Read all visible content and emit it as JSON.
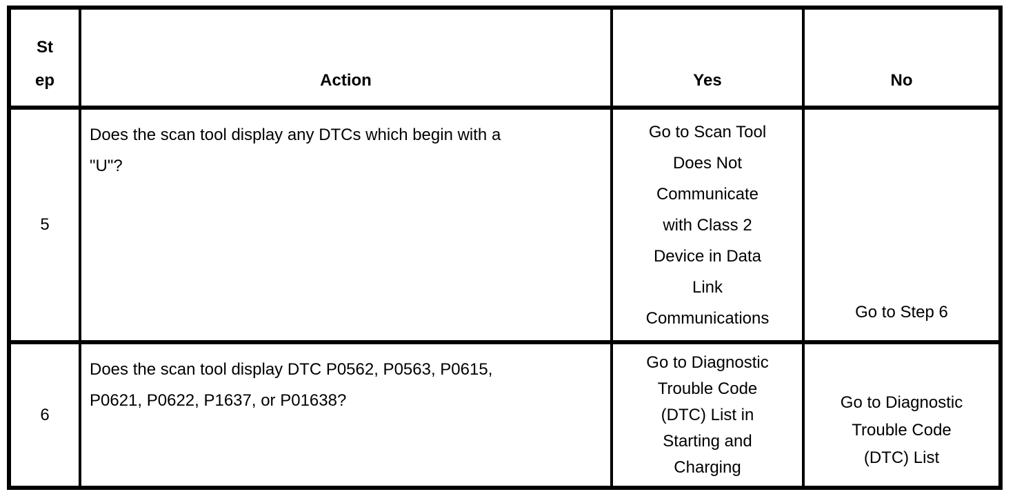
{
  "table": {
    "columns": {
      "step": [
        "St",
        "ep"
      ],
      "action": "Action",
      "yes": "Yes",
      "no": "No"
    },
    "rows": [
      {
        "step": "5",
        "action": [
          "Does the scan tool display any DTCs which begin with a",
          "\"U\"?"
        ],
        "yes": [
          "Go to Scan Tool",
          "Does Not",
          "Communicate",
          "with Class 2",
          "Device in Data",
          "Link",
          "Communications"
        ],
        "no": "Go to Step 6"
      },
      {
        "step": "6",
        "action": [
          "Does the scan tool display DTC P0562, P0563, P0615,",
          "P0621, P0622, P1637, or P01638?"
        ],
        "yes": [
          "Go to Diagnostic",
          "Trouble Code",
          "(DTC) List in",
          "Starting and",
          "Charging"
        ],
        "no": [
          "Go to Diagnostic",
          "Trouble Code",
          "(DTC) List"
        ]
      }
    ]
  },
  "colors": {
    "border": "#000000",
    "text": "#000000",
    "background": "#ffffff"
  }
}
